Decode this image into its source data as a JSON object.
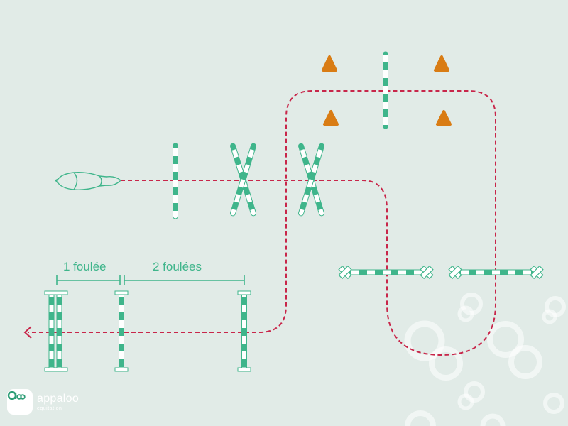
{
  "diagram": {
    "distance_labels": [
      "1 foulée",
      "2 foulées"
    ]
  },
  "colors": {
    "background": "#e1ebe7",
    "pole_green": "#3fb58b",
    "track_red": "#c8264a",
    "cone_orange": "#d97c14",
    "watermark": "#ffffff"
  },
  "brand": {
    "name": "appaloo",
    "tagline": "equitation",
    "logo_icon": "logo-icon"
  }
}
